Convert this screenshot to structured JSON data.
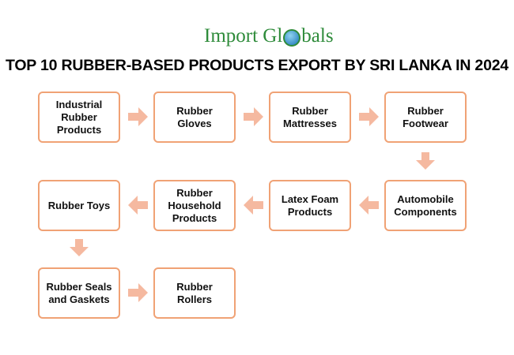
{
  "logo": {
    "part1": "Import Gl",
    "part2": "bals"
  },
  "title": "TOP 10 RUBBER-BASED PRODUCTS EXPORT BY SRI LANKA IN 2024",
  "steps": [
    "Industrial Rubber Products",
    "Rubber Gloves",
    "Rubber Mattresses",
    "Rubber Footwear",
    "Automobile Components",
    "Latex Foam Products",
    "Rubber Household Products",
    "Rubber Toys",
    "Rubber Seals and Gaskets",
    "Rubber Rollers"
  ],
  "colors": {
    "border": "#f0a275",
    "arrow": "#f5b9a0",
    "logo": "#2e8b3a"
  }
}
